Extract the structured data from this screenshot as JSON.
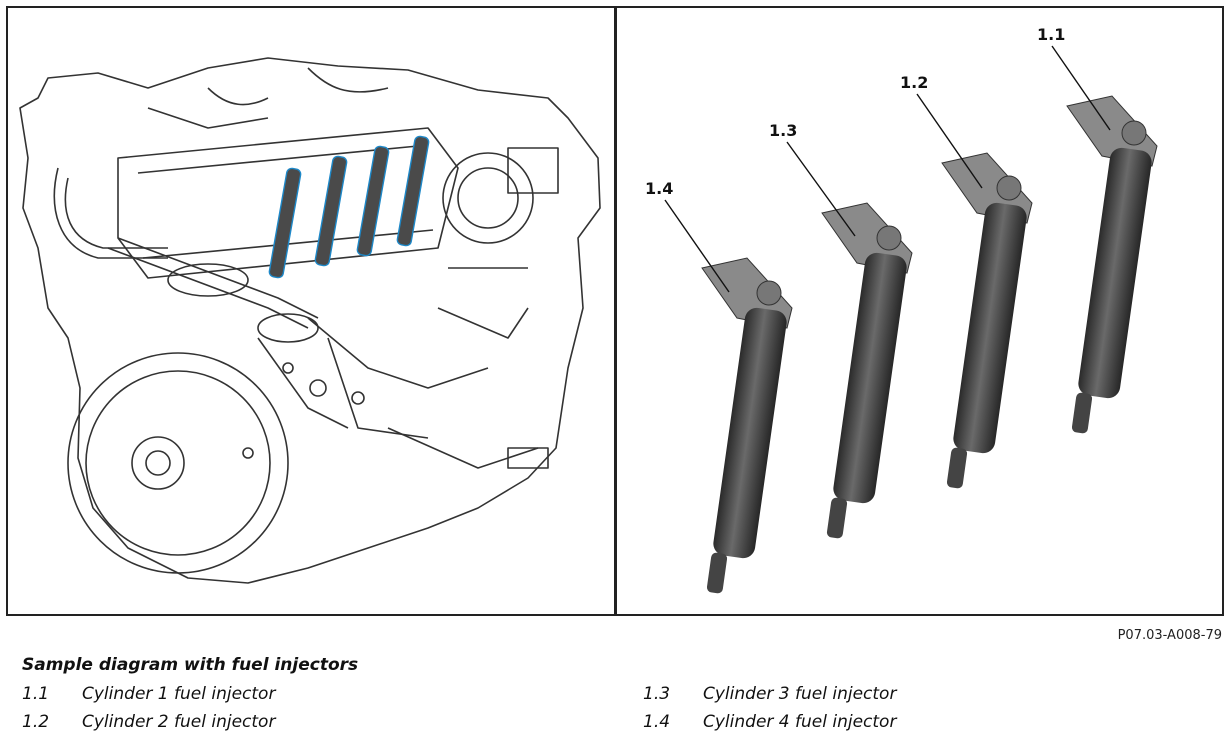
{
  "figure_id": "P07.03-A008-79",
  "caption_title": "Sample diagram with fuel injectors",
  "callouts": [
    "1.1",
    "1.2",
    "1.3",
    "1.4"
  ],
  "legend": [
    {
      "num": "1.1",
      "label": "Cylinder 1 fuel injector"
    },
    {
      "num": "1.2",
      "label": "Cylinder 2 fuel injector"
    },
    {
      "num": "1.3",
      "label": "Cylinder 3 fuel injector"
    },
    {
      "num": "1.4",
      "label": "Cylinder 4 fuel injector"
    }
  ],
  "colors": {
    "frame": "#222222",
    "injector_body": "#3c3c3c",
    "injector_highlight": "#1e88c8",
    "line_art": "#333333"
  }
}
